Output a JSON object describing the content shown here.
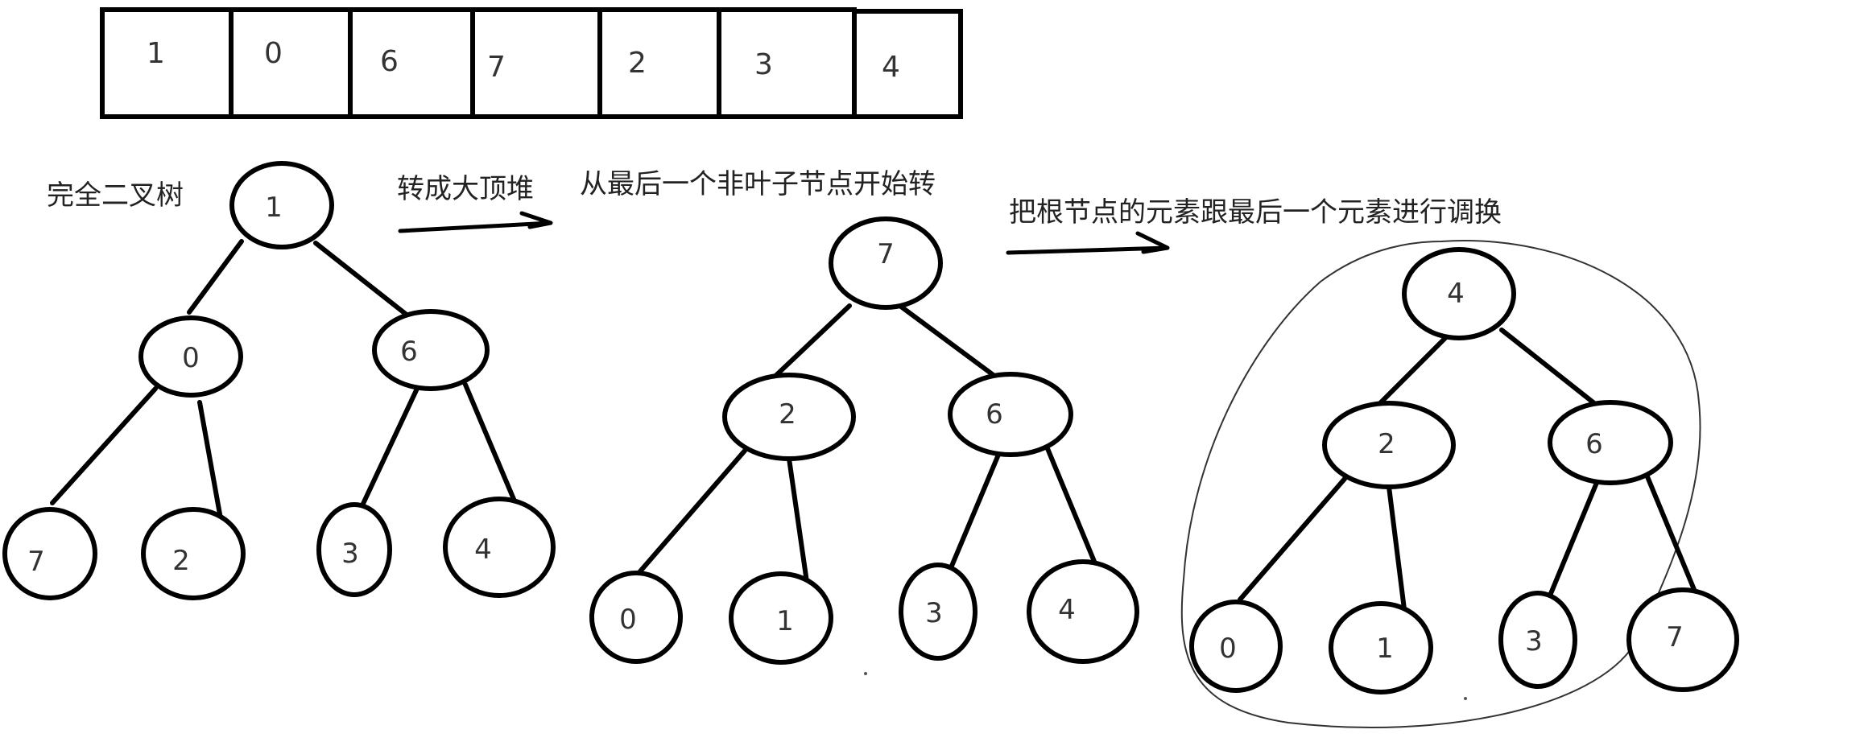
{
  "array": [
    "1",
    "0",
    "6",
    "7",
    "2",
    "3",
    "4"
  ],
  "captions": {
    "complete_binary_tree": "完全二叉树",
    "to_max_heap": "转成大顶堆",
    "start_from_last_non_leaf": "从最后一个非叶子节点开始转",
    "swap_root_with_last": "把根节点的元素跟最后一个元素进行调换"
  },
  "trees": [
    {
      "name": "initial",
      "nodes": [
        "1",
        "0",
        "6",
        "7",
        "2",
        "3",
        "4"
      ]
    },
    {
      "name": "max-heap",
      "nodes": [
        "7",
        "2",
        "6",
        "0",
        "1",
        "3",
        "4"
      ]
    },
    {
      "name": "after-swap",
      "nodes": [
        "4",
        "2",
        "6",
        "0",
        "1",
        "3",
        "7"
      ]
    }
  ]
}
